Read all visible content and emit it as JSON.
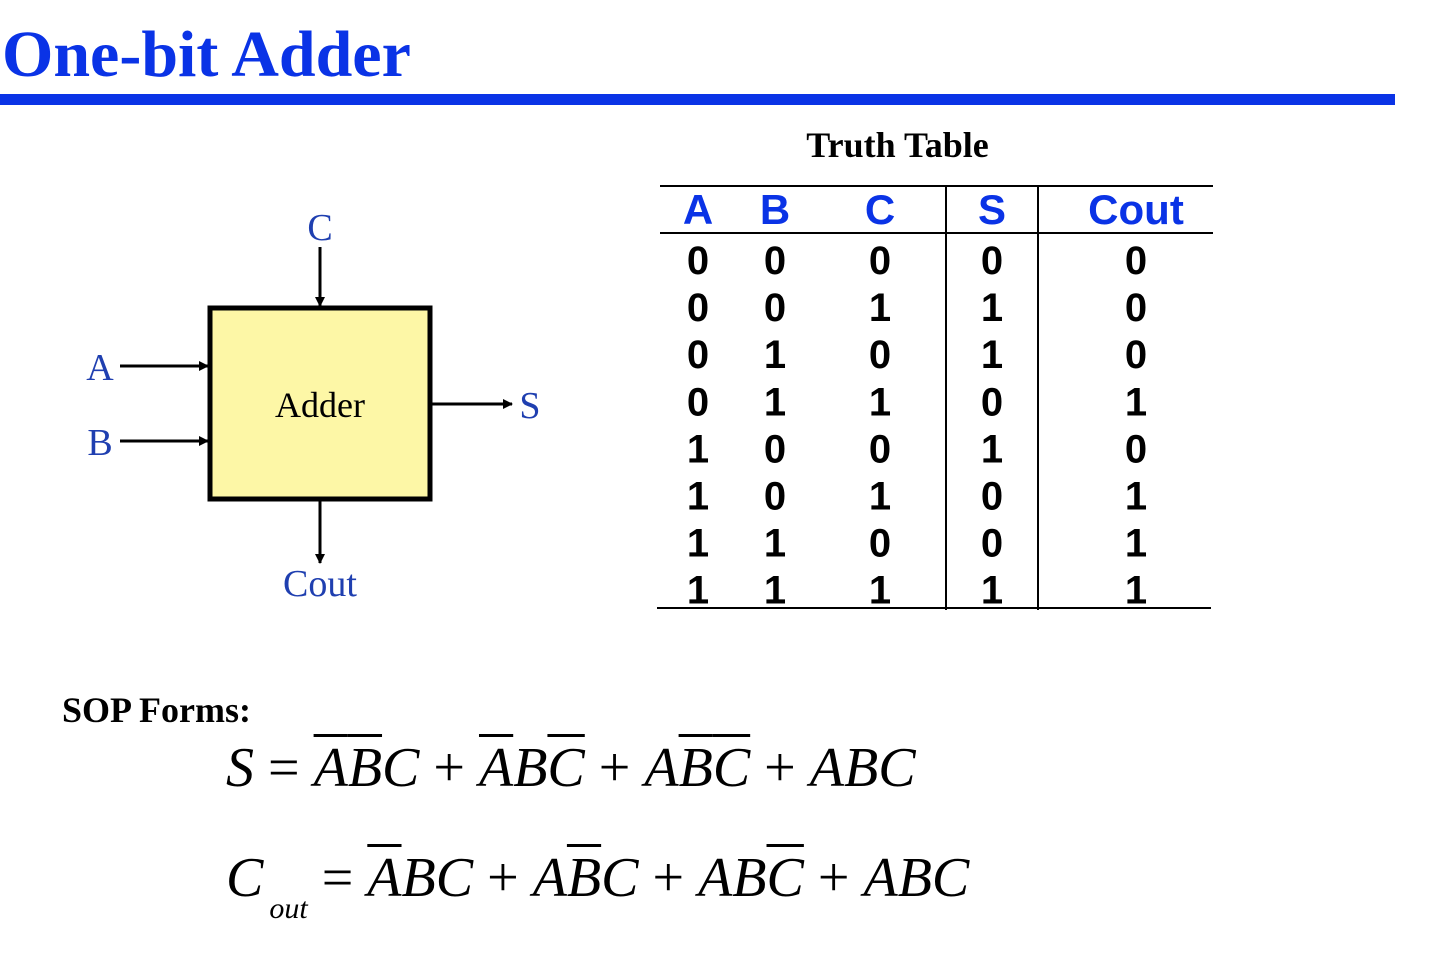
{
  "title": "One-bit Adder",
  "diagram": {
    "block_label": "Adder",
    "block_color": "#fdf7a6",
    "label_color": "#1f3fb0",
    "inputs": {
      "c": "C",
      "a": "A",
      "b": "B"
    },
    "outputs": {
      "s": "S",
      "cout": "Cout"
    }
  },
  "truth_table": {
    "caption": "Truth Table",
    "headers": [
      "A",
      "B",
      "C",
      "S",
      "Cout"
    ],
    "rows": [
      [
        "0",
        "0",
        "0",
        "0",
        "0"
      ],
      [
        "0",
        "0",
        "1",
        "1",
        "0"
      ],
      [
        "0",
        "1",
        "0",
        "1",
        "0"
      ],
      [
        "0",
        "1",
        "1",
        "0",
        "1"
      ],
      [
        "1",
        "0",
        "0",
        "1",
        "0"
      ],
      [
        "1",
        "0",
        "1",
        "0",
        "1"
      ],
      [
        "1",
        "1",
        "0",
        "0",
        "1"
      ],
      [
        "1",
        "1",
        "1",
        "1",
        "1"
      ]
    ],
    "header_color": "#0a33e6"
  },
  "sop": {
    "label": "SOP Forms:",
    "s_equation": [
      {
        "t": "S"
      },
      {
        "t": "=",
        "op": true
      },
      {
        "t": "A",
        "bar": true
      },
      {
        "t": "B",
        "bar": true
      },
      {
        "t": "C"
      },
      {
        "t": "+",
        "op": true
      },
      {
        "t": "A",
        "bar": true
      },
      {
        "t": "B"
      },
      {
        "t": "C",
        "bar": true
      },
      {
        "t": "+",
        "op": true
      },
      {
        "t": "A"
      },
      {
        "t": "B",
        "bar": true
      },
      {
        "t": "C",
        "bar": true
      },
      {
        "t": "+",
        "op": true
      },
      {
        "t": "A"
      },
      {
        "t": "B"
      },
      {
        "t": "C"
      }
    ],
    "cout_equation": [
      {
        "t": "C"
      },
      {
        "t": "out",
        "sub": true
      },
      {
        "t": "=",
        "op": true
      },
      {
        "t": "A",
        "bar": true
      },
      {
        "t": "B"
      },
      {
        "t": "C"
      },
      {
        "t": "+",
        "op": true
      },
      {
        "t": "A"
      },
      {
        "t": "B",
        "bar": true
      },
      {
        "t": "C"
      },
      {
        "t": "+",
        "op": true
      },
      {
        "t": "A"
      },
      {
        "t": "B"
      },
      {
        "t": "C",
        "bar": true
      },
      {
        "t": "+",
        "op": true
      },
      {
        "t": "A"
      },
      {
        "t": "B"
      },
      {
        "t": "C"
      }
    ]
  },
  "colors": {
    "title": "#0a33e6",
    "rule": "#0a33e6"
  }
}
